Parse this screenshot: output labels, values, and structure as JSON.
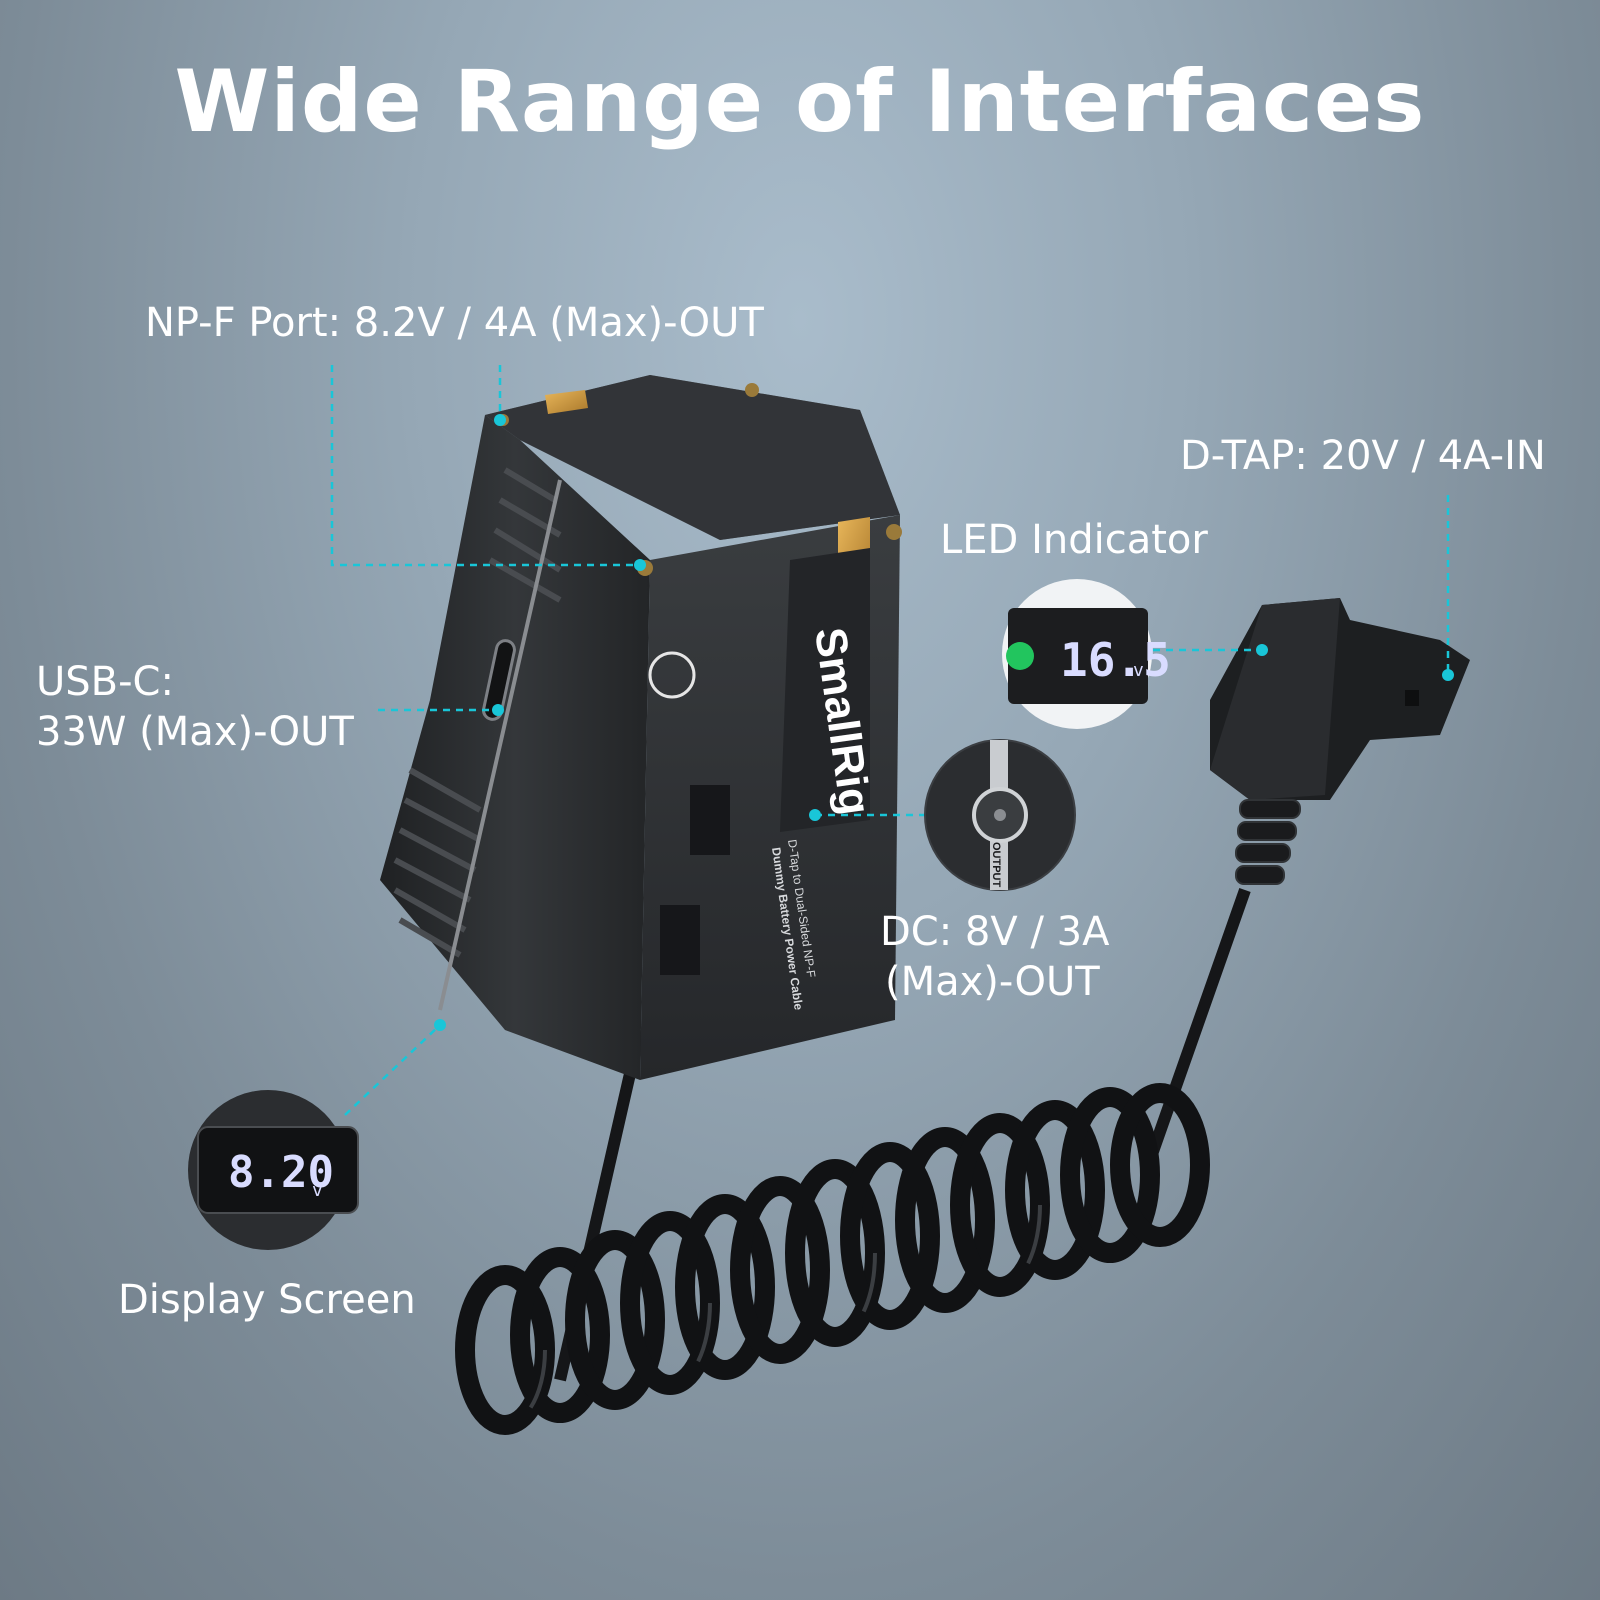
{
  "title": "Wide Range of Interfaces",
  "labels": {
    "npf_port": "NP-F Port: 8.2V / 4A (Max)-OUT",
    "usbc_line1": "USB-C:",
    "usbc_line2": "33W (Max)-OUT",
    "dtap": "D-TAP: 20V / 4A-IN",
    "led": "LED Indicator",
    "dc_line1": "DC: 8V / 3A",
    "dc_line2": "(Max)-OUT",
    "display": "Display Screen"
  },
  "device": {
    "brand": "SmallRig",
    "product_line1": "D-Tap to Dual-Sided NP-F",
    "product_line2": "Dummy Battery Power Cable",
    "output_port_label": "OUTPUT",
    "display_reading": "8.20",
    "led_reading": "16.5",
    "unit": "v"
  },
  "colors": {
    "accent": "#19c6d8",
    "led_green": "#22c55e",
    "device_body": "#2b2d30"
  }
}
